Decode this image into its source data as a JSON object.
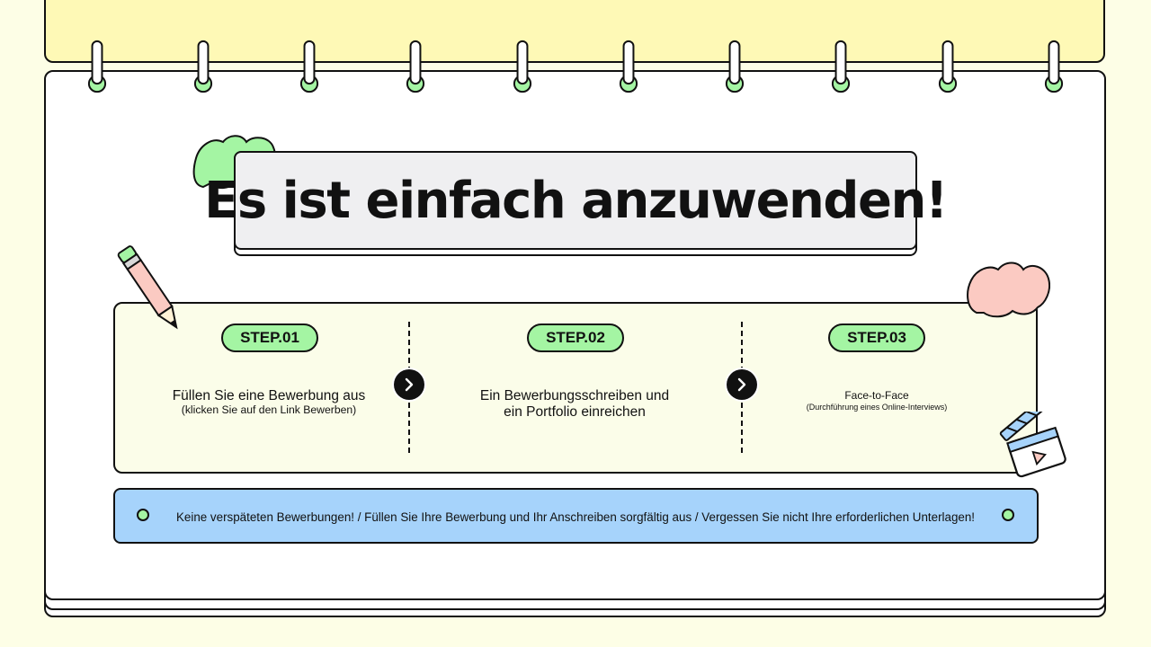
{
  "title": "Es ist einfach anzuwenden!",
  "steps": [
    {
      "label": "STEP.01",
      "line1": "Füllen Sie eine Bewerbung aus",
      "line2": "(klicken Sie auf den Link Bewerben)"
    },
    {
      "label": "STEP.02",
      "line1": "Ein Bewerbungsschreiben und",
      "line2": "ein Portfolio einreichen"
    },
    {
      "label": "STEP.03",
      "line1": "Face-to-Face",
      "line2": "(Durchführung eines Online-Interviews)"
    }
  ],
  "notice": "Keine verspäteten Bewerbungen! / Füllen Sie Ihre Bewerbung und Ihr Anschreiben sorgfältig aus / Vergessen Sie nicht Ihre erforderlichen Unterlagen!",
  "colors": {
    "background": "#fdfee6",
    "yellow_sheet": "#fef9b6",
    "green_accent": "#a4f5a3",
    "pink_accent": "#fbcac2",
    "blue_notice": "#a6d3fb",
    "title_box": "#efeff1"
  },
  "icons": {
    "rings": "spiral-ring-icon",
    "pencil": "pencil-icon",
    "clapperboard": "clapperboard-icon",
    "arrow": "chevron-right-icon"
  }
}
